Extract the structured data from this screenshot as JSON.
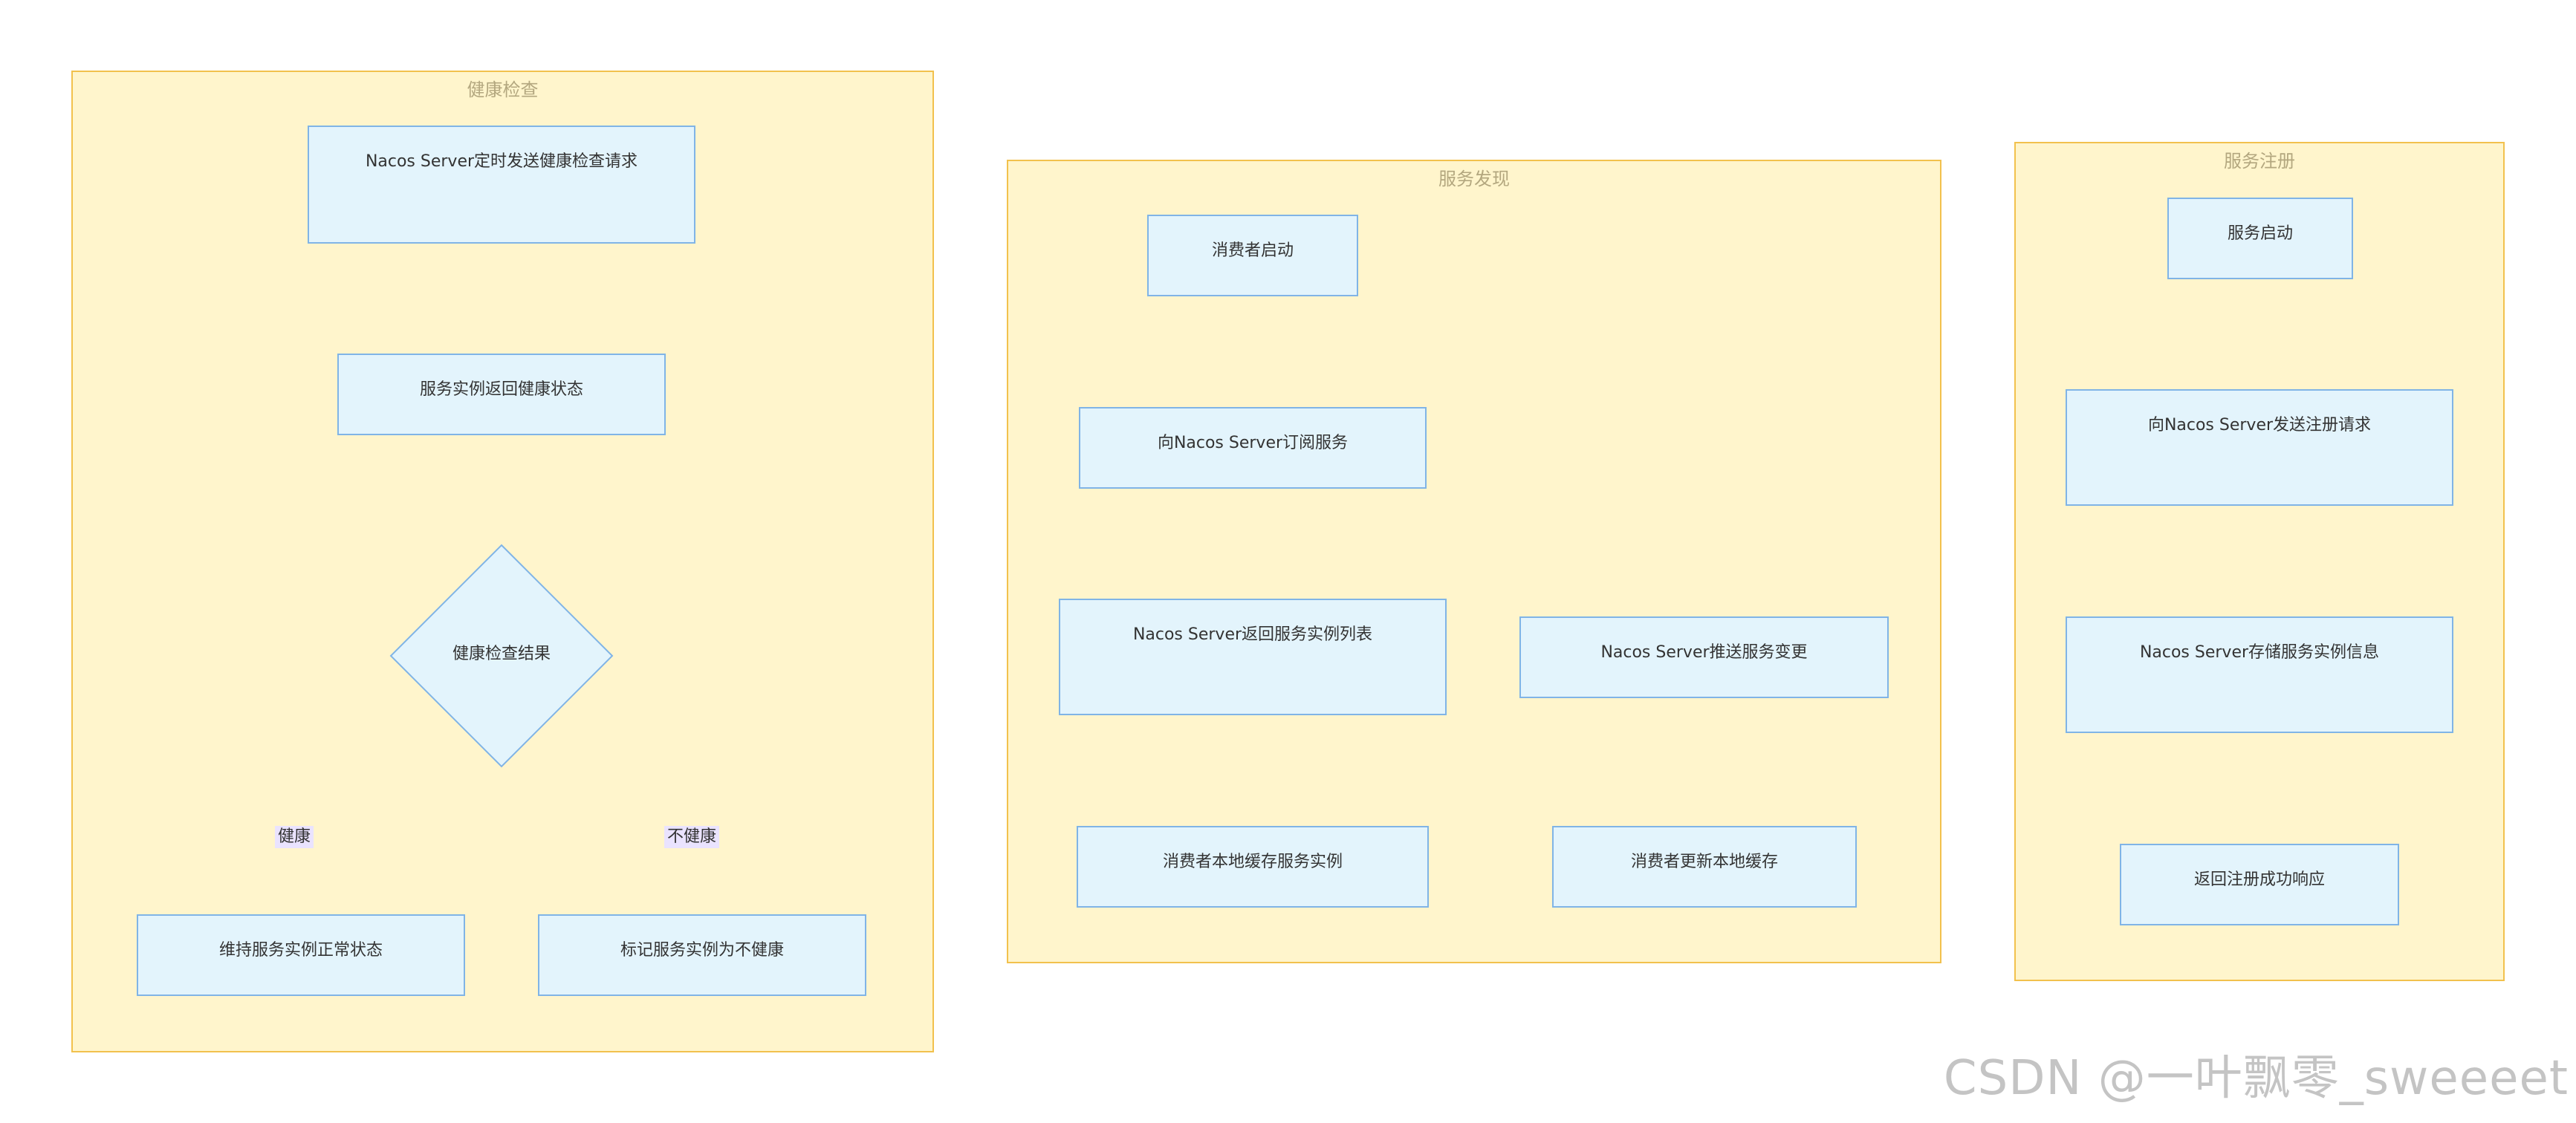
{
  "clusters": {
    "health": {
      "title": "健康检查"
    },
    "discovery": {
      "title": "服务发现"
    },
    "registration": {
      "title": "服务注册"
    }
  },
  "health": {
    "send_request": "Nacos Server定时发送健康检查请求",
    "return_status": "服务实例返回健康状态",
    "decision": "健康检查结果",
    "keep_normal": "维持服务实例正常状态",
    "mark_unhealthy": "标记服务实例为不健康",
    "edge_healthy": "健康",
    "edge_unhealthy": "不健康"
  },
  "discovery": {
    "consumer_start": "消费者启动",
    "subscribe": "向Nacos Server订阅服务",
    "return_list": "Nacos Server返回服务实例列表",
    "local_cache": "消费者本地缓存服务实例",
    "push_change": "Nacos Server推送服务变更",
    "update_cache": "消费者更新本地缓存"
  },
  "registration": {
    "service_start": "服务启动",
    "send_register": "向Nacos Server发送注册请求",
    "store_info": "Nacos Server存储服务实例信息",
    "return_success": "返回注册成功响应"
  },
  "watermark": "CSDN @一叶飘零_sweeeet",
  "colors": {
    "cluster_fill": "#fff5cc",
    "cluster_border": "#f2c14d",
    "node_fill": "#e3f4fc",
    "node_border": "#80b4e6",
    "edge": "#9e9a86",
    "edge_label_bg": "#eae3ff"
  }
}
